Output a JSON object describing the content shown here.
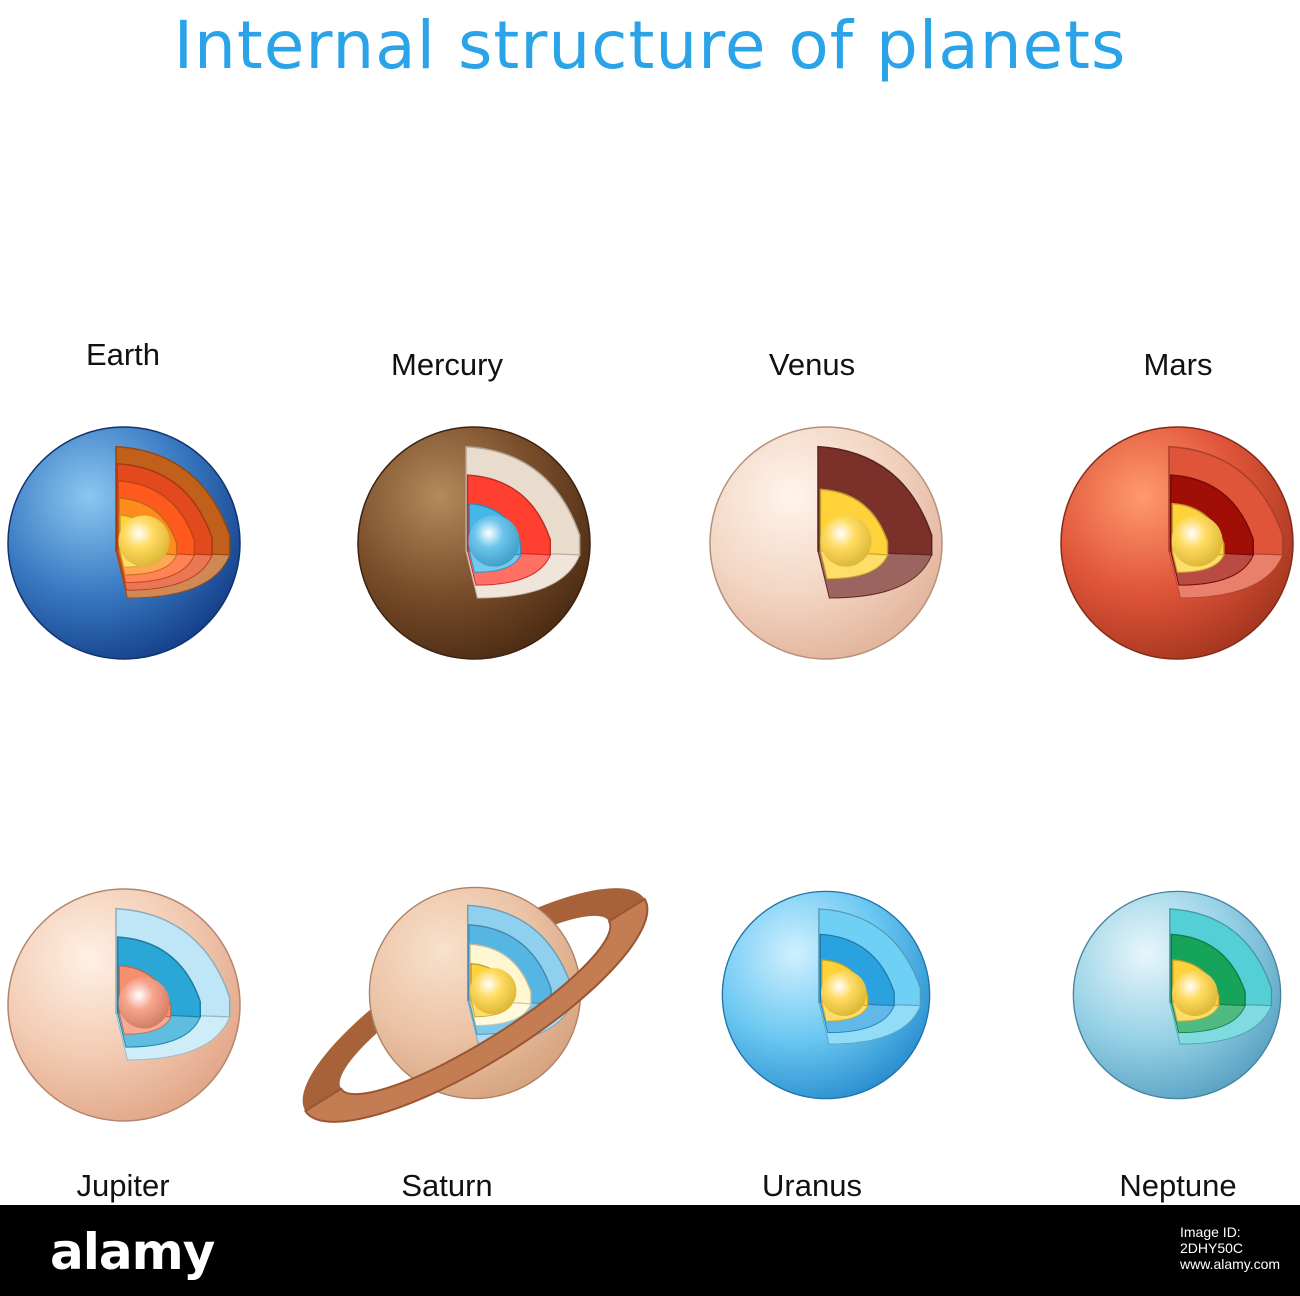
{
  "title": "Internal structure of planets",
  "planets": [
    {
      "name": "Earth",
      "surface": [
        "#8cc7ef",
        "#3a7bc4",
        "#15408a"
      ],
      "layers": [
        "#c0601b",
        "#e24a1e",
        "#ff5a1e",
        "#ff8a1e",
        "#ffd23a"
      ]
    },
    {
      "name": "Mercury",
      "surface": [
        "#b58a5c",
        "#7a4e2a",
        "#4c2c14"
      ],
      "layers": [
        "#e9dccd",
        "#ff3f30",
        "#47b6e8"
      ]
    },
    {
      "name": "Venus",
      "surface": [
        "#fff4ea",
        "#f3d6c4",
        "#e2b49c"
      ],
      "layers": [
        "#7b302a",
        "#ffd23a"
      ]
    },
    {
      "name": "Mars",
      "surface": [
        "#ff9a6c",
        "#e0553a",
        "#a5361f"
      ],
      "layers": [
        "#e0553a",
        "#a10e06",
        "#ffd23a"
      ]
    },
    {
      "name": "Jupiter",
      "surface": [
        "#fff0e4",
        "#f2ccb4",
        "#e2a688"
      ],
      "layers": [
        "#bfe6f7",
        "#2aa7d6",
        "#f58f70"
      ]
    },
    {
      "name": "Saturn",
      "surface": [
        "#f8e1cc",
        "#ebc3a6",
        "#d6a37e"
      ],
      "layers": [
        "#8fd0ef",
        "#56b6e3",
        "#fff7d1",
        "#ffd23a"
      ]
    },
    {
      "name": "Uranus",
      "surface": [
        "#d0f0ff",
        "#6cc8f2",
        "#2a8fd0"
      ],
      "layers": [
        "#6fd0f5",
        "#2ba2e0",
        "#ffd23a"
      ]
    },
    {
      "name": "Neptune",
      "surface": [
        "#e8f6fb",
        "#98d2e6",
        "#5aa3c4"
      ],
      "layers": [
        "#55cfd6",
        "#16a35a",
        "#ffd23a"
      ]
    }
  ],
  "watermark": "alamy",
  "image_id": "Image ID: 2DHY50C",
  "site": "www.alamy.com"
}
